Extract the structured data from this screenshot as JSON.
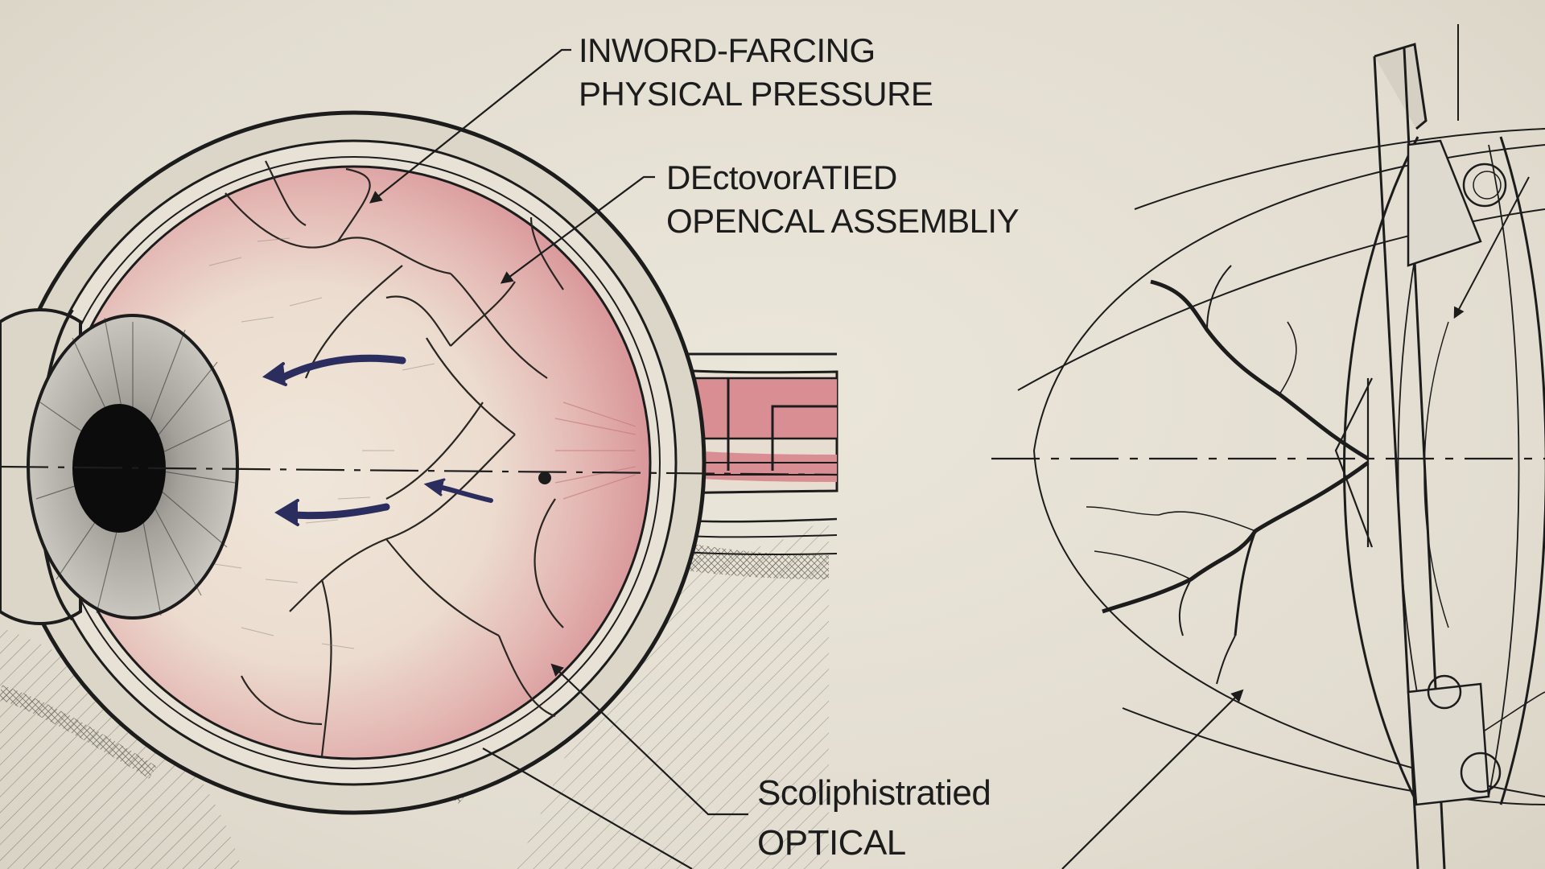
{
  "labels": {
    "pressure": {
      "line1": "INWORD-FARCING",
      "line2": "PHYSICAL PRESSURE"
    },
    "assembly": {
      "line1": "DEctovorATIED",
      "line2": "OPENCAL ASSEMBLIY"
    },
    "optical": {
      "line1": "Scoliphistratied",
      "line2": "OPTICAL"
    }
  },
  "colors": {
    "paper": "#e4dfd3",
    "ink": "#1c1c1c",
    "retina": "#dfa2a4",
    "arrow": "#2a2d5e",
    "iris": "#b9b7b2"
  }
}
